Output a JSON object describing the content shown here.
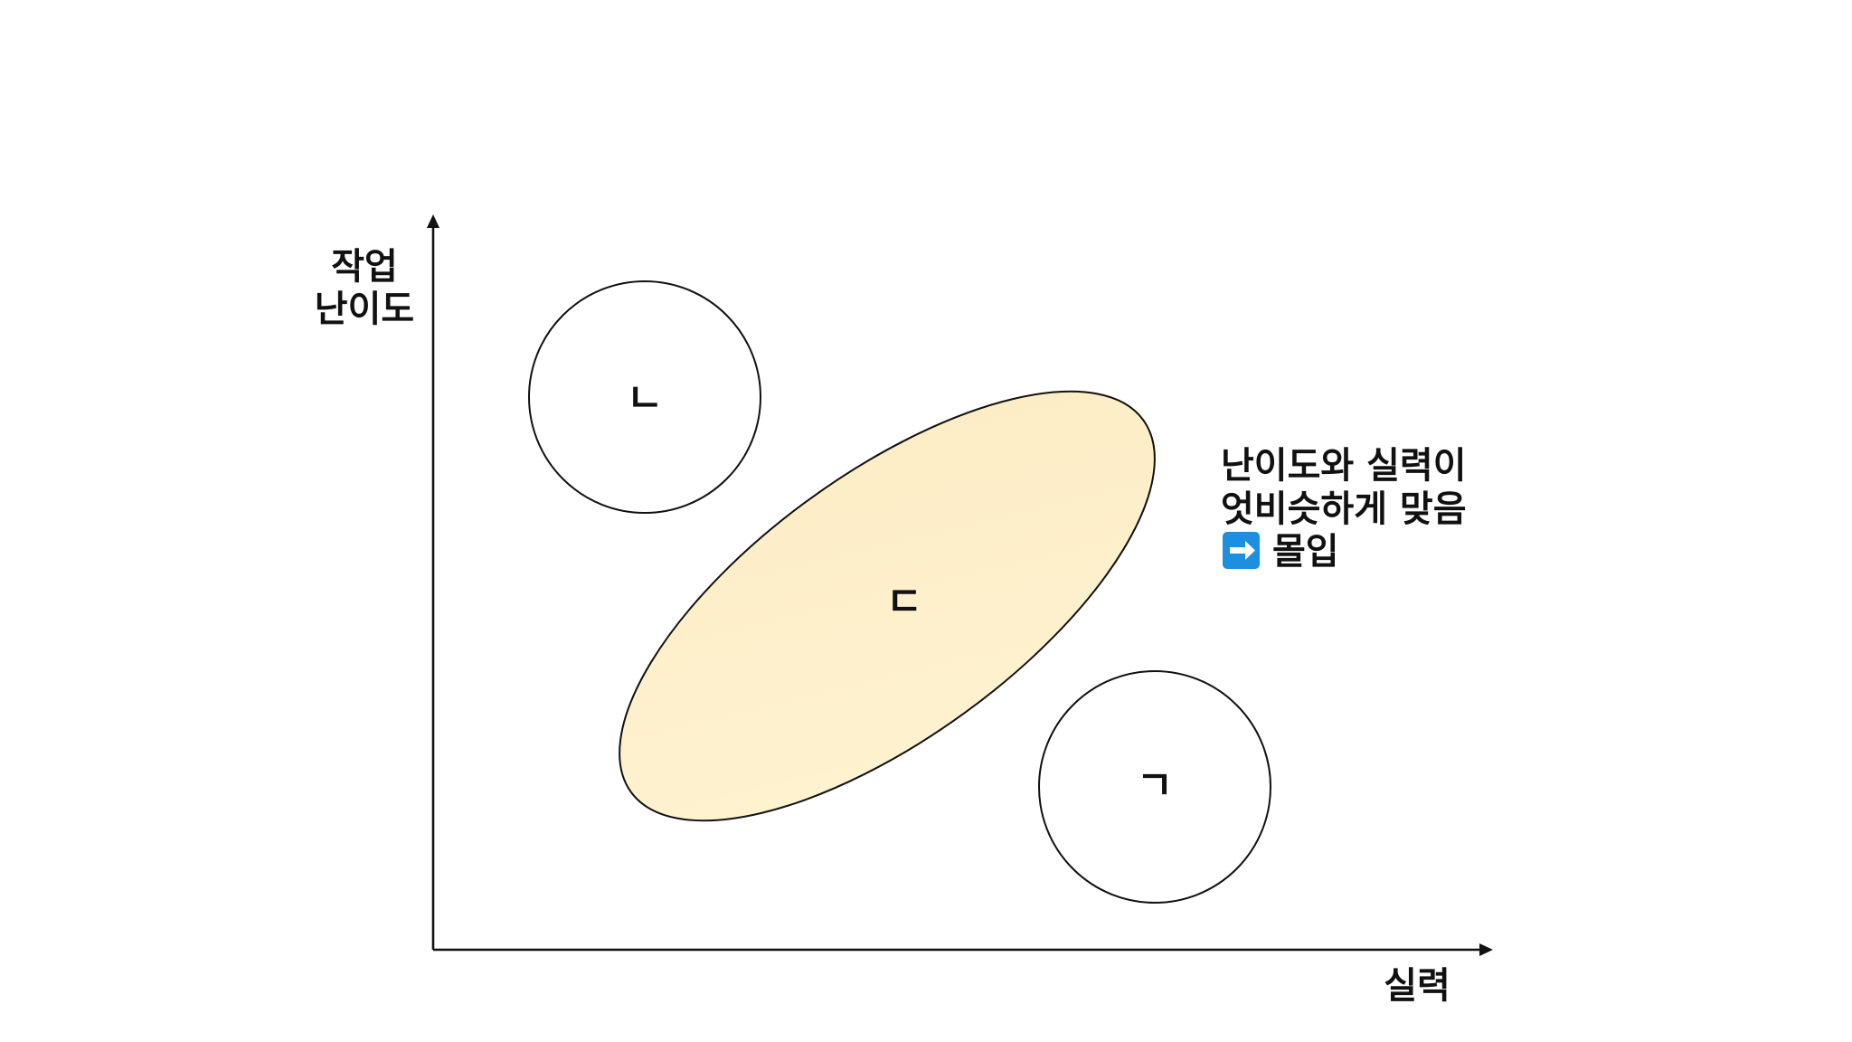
{
  "axes": {
    "y_label_line1": "작업",
    "y_label_line2": "난이도",
    "x_label": "실력"
  },
  "regions": {
    "top_left_label": "ㄴ",
    "center_label": "ㄷ",
    "bottom_right_label": "ㄱ"
  },
  "note": {
    "line1": "난이도와 실력이",
    "line2": "엇비슷하게 맞음",
    "line3": "몰입",
    "icon": "right-arrow-icon"
  },
  "colors": {
    "ellipse_fill_start": "#fff3d1",
    "ellipse_fill_end": "#fcecc5",
    "line": "#111111",
    "arrow_icon_bg": "#1d8fe1"
  }
}
